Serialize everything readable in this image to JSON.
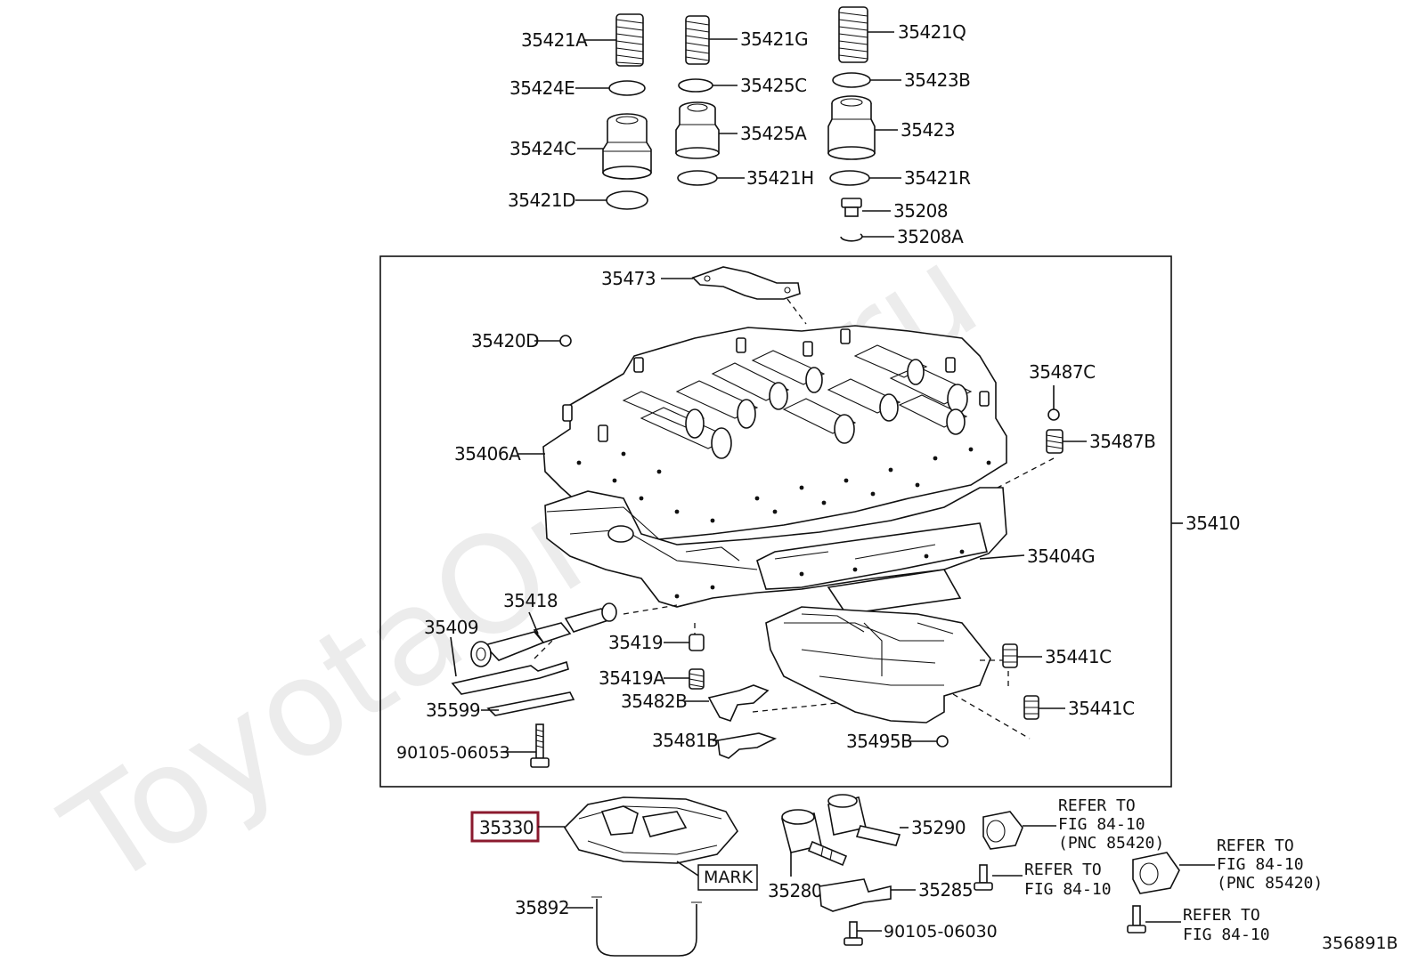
{
  "watermark": "ToyotaOnline.ru",
  "figure_code": "356891B",
  "labels": {
    "p35421A": "35421A",
    "p35421G": "35421G",
    "p35421Q": "35421Q",
    "p35424E": "35424E",
    "p35425C": "35425C",
    "p35423B": "35423B",
    "p35424C": "35424C",
    "p35425A": "35425A",
    "p35423": "35423",
    "p35421D": "35421D",
    "p35421H": "35421H",
    "p35421R": "35421R",
    "p35208": "35208",
    "p35208A": "35208A",
    "p35473": "35473",
    "p35420D": "35420D",
    "p35487C": "35487C",
    "p35487B": "35487B",
    "p35406A": "35406A",
    "p35410": "35410",
    "p35404G": "35404G",
    "p35418": "35418",
    "p35409": "35409",
    "p35419": "35419",
    "p35441C_a": "35441C",
    "p35419A": "35419A",
    "p35482B": "35482B",
    "p35599": "35599",
    "p35441C_b": "35441C",
    "p35481B": "35481B",
    "p35495B": "35495B",
    "p90105_06053": "90105-06053",
    "p35330": "35330",
    "p35290": "35290",
    "p35280": "35280",
    "p35285": "35285",
    "p90105_06030": "90105-06030",
    "p35892": "35892",
    "mark": "MARK"
  },
  "refer_notes": {
    "r1": [
      "REFER TO",
      "FIG 84-10",
      "(PNC 85420)"
    ],
    "r2": [
      "REFER TO",
      "FIG 84-10",
      "(PNC 85420)"
    ],
    "r3": [
      "REFER TO",
      "FIG 84-10"
    ],
    "r4": [
      "REFER TO",
      "FIG 84-10"
    ]
  },
  "highlight_color": "#8b1a2e"
}
